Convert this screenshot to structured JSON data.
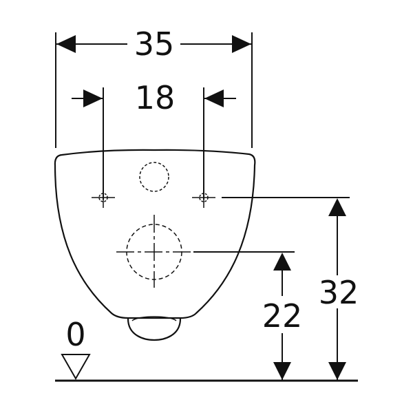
{
  "dimensions": {
    "overall_width": "35",
    "hole_spacing": "18",
    "hole_height": "32",
    "outlet_height": "22",
    "floor_reference": "0"
  },
  "colors": {
    "line": "#111111",
    "background": "#ffffff"
  },
  "icons": {
    "floor_marker": "triangle-down-icon"
  }
}
